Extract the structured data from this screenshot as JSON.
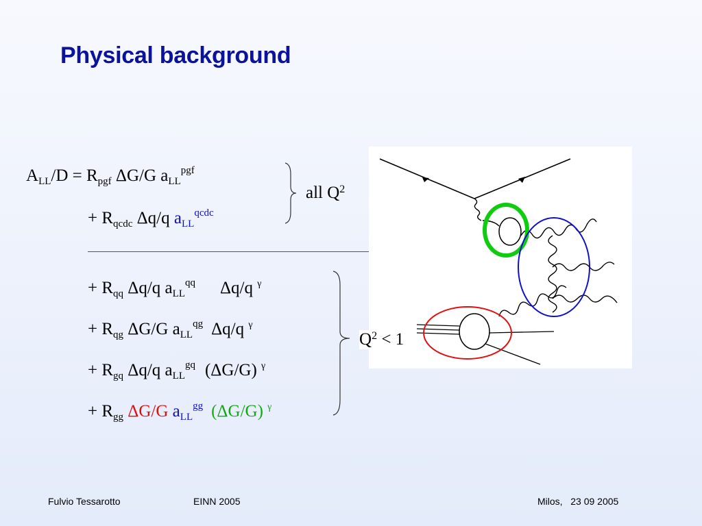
{
  "slide": {
    "title": "Physical background"
  },
  "equations": {
    "line1": {
      "a": "A",
      "a_sub": "LL",
      "d": "/D = R",
      "r_sub": "pgf",
      "dg": "ΔG/G a",
      "a2_sub": "LL",
      "a2_sup": "pgf"
    },
    "line2": {
      "plus": "+ R",
      "r_sub": "qcdc",
      "dq": "Δq/q",
      "a": "a",
      "a_sub": "LL",
      "a_sup": "qcdc"
    },
    "line3": {
      "plus": "+ R",
      "r_sub": "qq",
      "dq": "Δq/q a",
      "a_sub": "LL",
      "a_sup": "qq",
      "res": "Δq/q",
      "gamma": "γ"
    },
    "line4": {
      "plus": "+ R",
      "r_sub": "qg",
      "dg": "ΔG/G a",
      "a_sub": "LL",
      "a_sup": "qg",
      "res": "Δq/q",
      "gamma": "γ"
    },
    "line5": {
      "plus": "+ R",
      "r_sub": "gq",
      "dq": "Δq/q a",
      "a_sub": "LL",
      "a_sup": "gq",
      "res": "(ΔG/G)",
      "gamma": "γ"
    },
    "line6": {
      "plus": "+ R",
      "r_sub": "gg",
      "dg": "ΔG/G",
      "a": "a",
      "a_sub": "LL",
      "a_sup": "gg",
      "res": "(ΔG/G)",
      "gamma": "γ"
    }
  },
  "labels": {
    "all_q": "all Q",
    "all_q_sup": "2",
    "q2": "Q",
    "q2_sup": "2",
    "q2_rest": " < 1"
  },
  "footer": {
    "author": "Fulvio Tessarotto",
    "conference": "EINN 2005",
    "place_date": "Milos,   23 09 2005"
  },
  "colors": {
    "title": "#0a139a",
    "highlight_green": "#10cc10",
    "highlight_blue": "#1010cc",
    "highlight_red": "#e01010"
  }
}
